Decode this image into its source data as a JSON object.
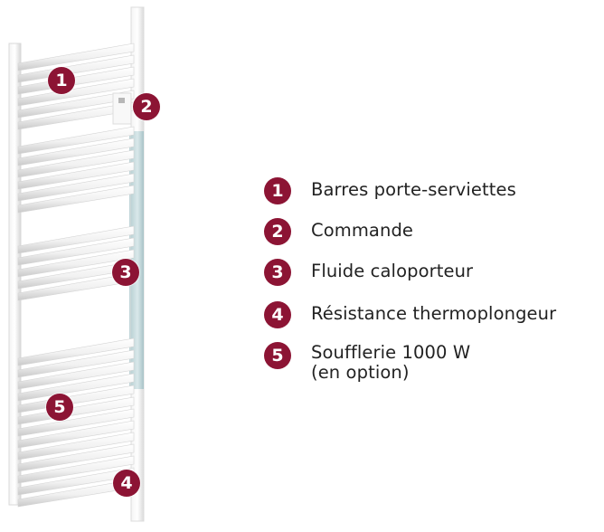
{
  "diagram": {
    "subject": "towel-radiator",
    "badge_color": "#8c1434",
    "callouts": [
      {
        "number": "1"
      },
      {
        "number": "2"
      },
      {
        "number": "3"
      },
      {
        "number": "4"
      },
      {
        "number": "5"
      }
    ]
  },
  "legend": {
    "items": [
      {
        "number": "1",
        "label": "Barres porte-serviettes"
      },
      {
        "number": "2",
        "label": "Commande"
      },
      {
        "number": "3",
        "label": "Fluide caloporteur"
      },
      {
        "number": "4",
        "label": "Résistance thermoplongeur"
      },
      {
        "number": "5",
        "label": "Soufflerie 1000 W",
        "sublabel": "(en option)"
      }
    ]
  }
}
